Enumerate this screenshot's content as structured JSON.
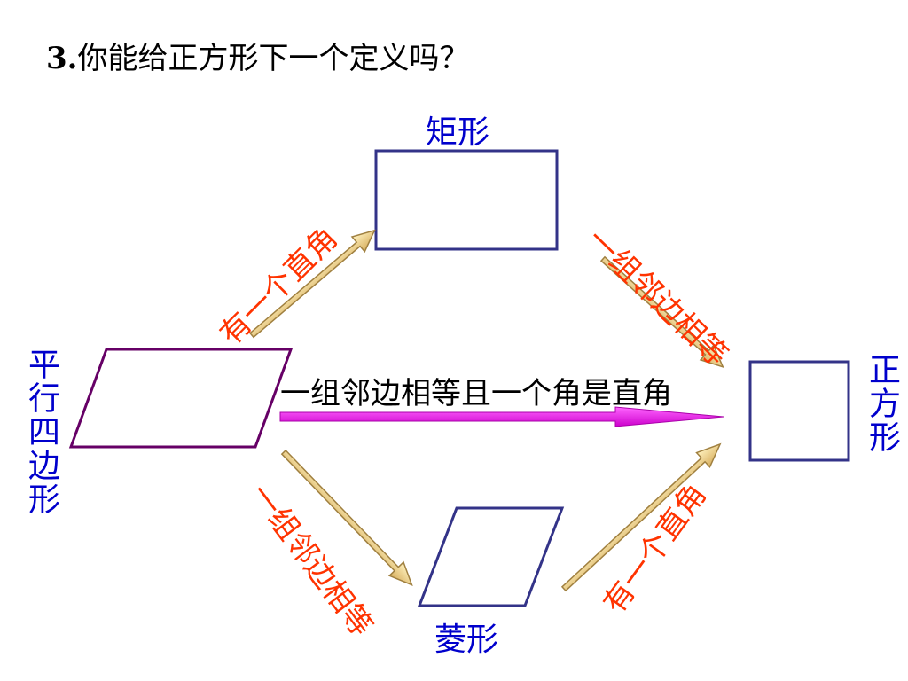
{
  "question": {
    "number": "3.",
    "text": "你能给正方形下一个定义吗？"
  },
  "shapes": {
    "parallelogram": "平行四边形",
    "rectangle": "矩形",
    "rhombus": "菱形",
    "square": "正方形"
  },
  "conditions": {
    "para_to_rect": "有一个直角",
    "rect_to_square": "一组邻边相等",
    "para_to_square": "一组邻边相等且一个角是直角",
    "para_to_rhombus": "一组邻边相等",
    "rhombus_to_square": "有一个直角"
  },
  "colors": {
    "shape_label": "#0000cc",
    "condition_text": "#ff3300",
    "main_condition_text": "#000000",
    "rect_outline": "#333388",
    "para_outline": "#660066",
    "arrow_fill": "#f0d080",
    "main_arrow_fill": "#ff00ff"
  }
}
